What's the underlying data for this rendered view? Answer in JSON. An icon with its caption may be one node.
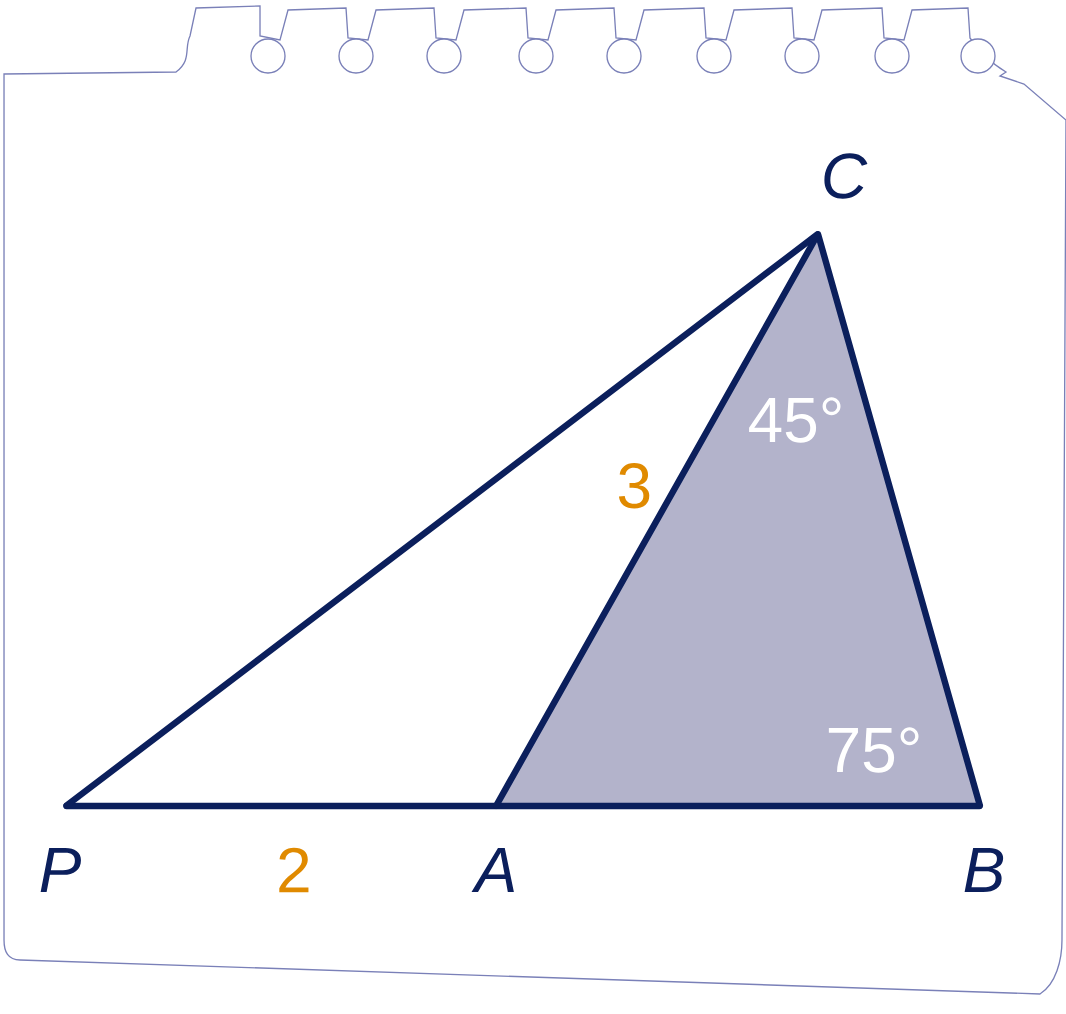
{
  "diagram": {
    "nodes": [
      {
        "text": [
          "C"
        ]
      },
      {
        "text": [
          "P"
        ]
      },
      {
        "text": [
          "A"
        ]
      },
      {
        "text": [
          "B"
        ]
      }
    ],
    "edges": [
      {
        "from": 1,
        "to": 2,
        "arrow": "none",
        "label": "2"
      },
      {
        "from": 2,
        "to": 3,
        "arrow": "none"
      },
      {
        "from": 3,
        "to": 0,
        "arrow": "none"
      },
      {
        "from": 0,
        "to": 2,
        "arrow": "none",
        "label": "3"
      },
      {
        "from": 0,
        "to": 1,
        "arrow": "none"
      }
    ],
    "labels": [
      "45°",
      "75°"
    ]
  }
}
